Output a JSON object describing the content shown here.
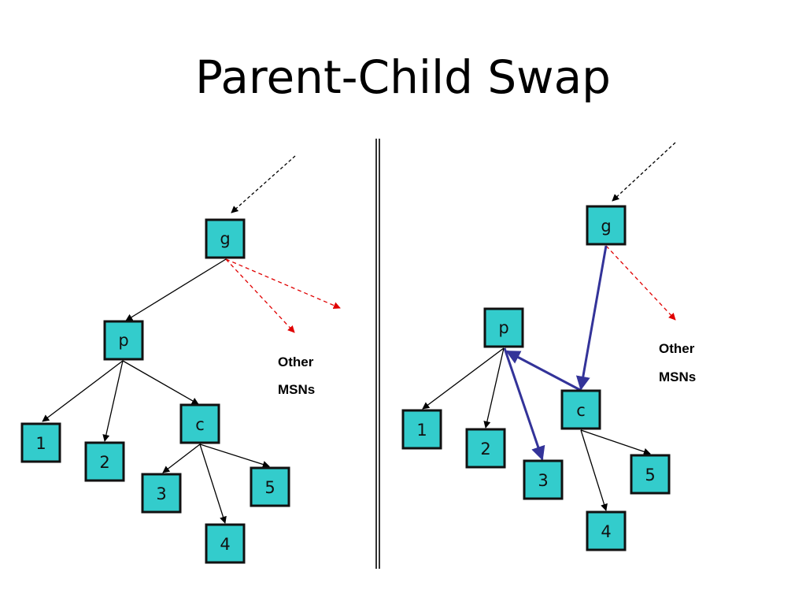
{
  "title": "Parent-Child Swap",
  "colors": {
    "node_fill": "#33cccc",
    "node_border": "#111111",
    "tree_edge": "#000000",
    "swapped_edge": "#333399",
    "msn_edge": "#e00000",
    "incoming_edge": "#000000",
    "divider": "#000000"
  },
  "left_tree": {
    "nodes": [
      {
        "id": "g",
        "label": "g"
      },
      {
        "id": "p",
        "label": "p"
      },
      {
        "id": "c",
        "label": "c"
      },
      {
        "id": "1",
        "label": "1"
      },
      {
        "id": "2",
        "label": "2"
      },
      {
        "id": "3",
        "label": "3"
      },
      {
        "id": "4",
        "label": "4"
      },
      {
        "id": "5",
        "label": "5"
      }
    ],
    "note_lines": [
      "Other",
      "MSNs"
    ]
  },
  "right_tree": {
    "nodes": [
      {
        "id": "g",
        "label": "g"
      },
      {
        "id": "p",
        "label": "p"
      },
      {
        "id": "c",
        "label": "c"
      },
      {
        "id": "1",
        "label": "1"
      },
      {
        "id": "2",
        "label": "2"
      },
      {
        "id": "3",
        "label": "3"
      },
      {
        "id": "4",
        "label": "4"
      },
      {
        "id": "5",
        "label": "5"
      }
    ],
    "note_lines": [
      "Other",
      "MSNs"
    ]
  }
}
